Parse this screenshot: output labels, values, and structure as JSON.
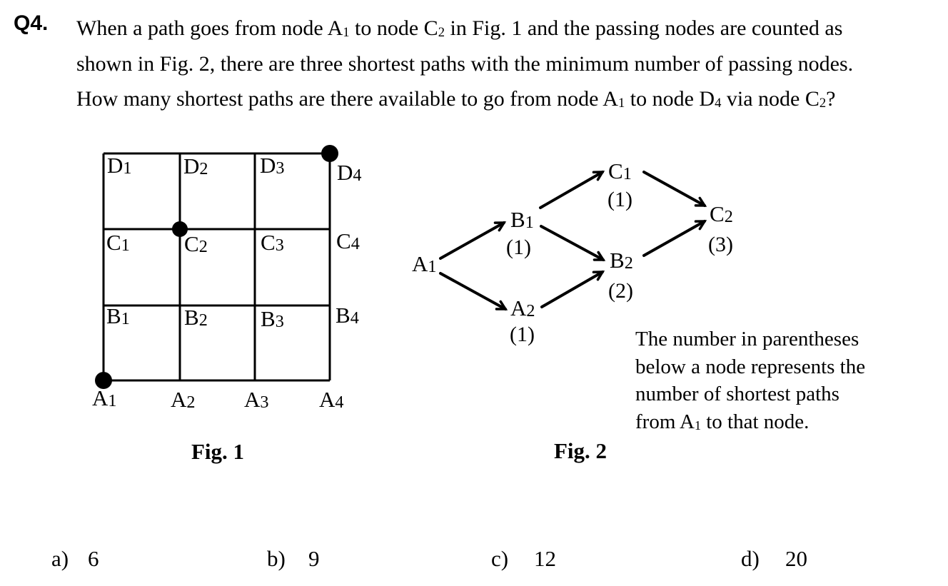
{
  "question": {
    "number": "Q4.",
    "lines": [
      [
        {
          "t": "When a path goes from node A"
        },
        {
          "t": "1",
          "sub": true
        },
        {
          "t": " to node C"
        },
        {
          "t": "2",
          "sub": true
        },
        {
          "t": " in Fig. 1 and the passing nodes are counted as"
        }
      ],
      [
        {
          "t": "shown in Fig. 2, there are three shortest paths with the minimum number of passing nodes."
        }
      ],
      [
        {
          "t": "How many shortest paths are there available to go from node A"
        },
        {
          "t": "1",
          "sub": true
        },
        {
          "t": " to node D"
        },
        {
          "t": "4",
          "sub": true
        },
        {
          "t": " via node C"
        },
        {
          "t": "2",
          "sub": true
        },
        {
          "t": "?"
        }
      ]
    ]
  },
  "fig1": {
    "caption": "Fig. 1",
    "dot_nodes": [
      "A1",
      "C2",
      "D4"
    ],
    "labels": {
      "D1": {
        "base": "D",
        "sub": "1"
      },
      "D2": {
        "base": "D",
        "sub": "2"
      },
      "D3": {
        "base": "D",
        "sub": "3"
      },
      "D4": {
        "base": "D",
        "sub": "4"
      },
      "C1": {
        "base": "C",
        "sub": "1"
      },
      "C2": {
        "base": "C",
        "sub": "2"
      },
      "C3": {
        "base": "C",
        "sub": "3"
      },
      "C4": {
        "base": "C",
        "sub": "4"
      },
      "B1": {
        "base": "B",
        "sub": "1"
      },
      "B2": {
        "base": "B",
        "sub": "2"
      },
      "B3": {
        "base": "B",
        "sub": "3"
      },
      "B4": {
        "base": "B",
        "sub": "4"
      },
      "A1": {
        "base": "A",
        "sub": "1"
      },
      "A2": {
        "base": "A",
        "sub": "2"
      },
      "A3": {
        "base": "A",
        "sub": "3"
      },
      "A4": {
        "base": "A",
        "sub": "4"
      }
    }
  },
  "fig2": {
    "caption": "Fig. 2",
    "nodes": {
      "A1": {
        "base": "A",
        "sub": "1"
      },
      "B1": {
        "base": "B",
        "sub": "1",
        "count": "(1)"
      },
      "A2": {
        "base": "A",
        "sub": "2",
        "count": "(1)"
      },
      "C1": {
        "base": "C",
        "sub": "1",
        "count": "(1)"
      },
      "B2": {
        "base": "B",
        "sub": "2",
        "count": "(2)"
      },
      "C2": {
        "base": "C",
        "sub": "2",
        "count": "(3)"
      }
    },
    "edges": [
      [
        "A1",
        "B1"
      ],
      [
        "A1",
        "A2"
      ],
      [
        "B1",
        "C1"
      ],
      [
        "B1",
        "B2"
      ],
      [
        "A2",
        "B2"
      ],
      [
        "C1",
        "C2"
      ],
      [
        "B2",
        "C2"
      ]
    ],
    "note_lines": [
      [
        {
          "t": "The number in parentheses"
        }
      ],
      [
        {
          "t": "below a node represents the"
        }
      ],
      [
        {
          "t": "number of shortest paths"
        }
      ],
      [
        {
          "t": "from A"
        },
        {
          "t": "1",
          "sub": true
        },
        {
          "t": " to that node."
        }
      ]
    ]
  },
  "options": [
    {
      "label": "a)",
      "value": "6"
    },
    {
      "label": "b)",
      "value": "9"
    },
    {
      "label": "c)",
      "value": "12"
    },
    {
      "label": "d)",
      "value": "20"
    }
  ]
}
